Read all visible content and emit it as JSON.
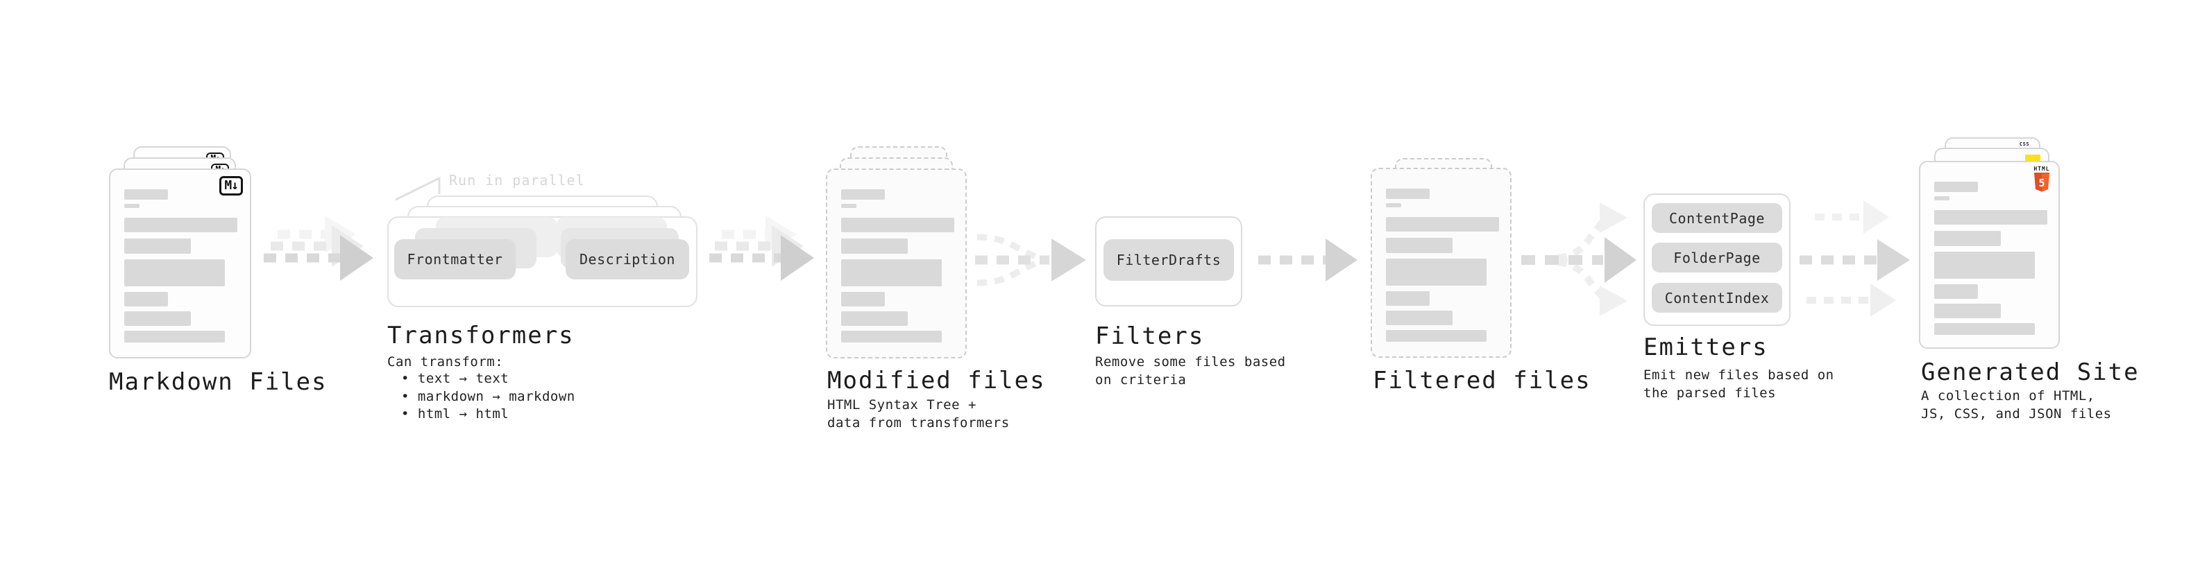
{
  "stages": {
    "markdown_files": {
      "label": "Markdown Files",
      "badge": "M↓"
    },
    "transformers": {
      "label": "Transformers",
      "annotation": "Run in parallel",
      "node_frontmatter": "Frontmatter",
      "node_description": "Description",
      "intro": "Can transform:",
      "bullets": [
        "text → text",
        "markdown → markdown",
        "html → html"
      ]
    },
    "modified_files": {
      "label": "Modified files",
      "description": "HTML Syntax Tree +\ndata from transformers"
    },
    "filters": {
      "label": "Filters",
      "node": "FilterDrafts",
      "description": "Remove some files based\non criteria"
    },
    "filtered_files": {
      "label": "Filtered files"
    },
    "emitters": {
      "label": "Emitters",
      "nodes": [
        "ContentPage",
        "FolderPage",
        "ContentIndex"
      ],
      "description": "Emit new files based on\nthe parsed files"
    },
    "generated_site": {
      "label": "Generated Site",
      "description": "A collection of HTML,\nJS, CSS, and JSON files",
      "badge_html": "HTML",
      "badge_html_number": "5",
      "badge_css": "CSS"
    }
  },
  "colors": {
    "js_yellow": "#ffdf1e",
    "css_blue": "#2b62f0",
    "html5_orange": "#e44d26",
    "html5_orange_light": "#f16529"
  }
}
